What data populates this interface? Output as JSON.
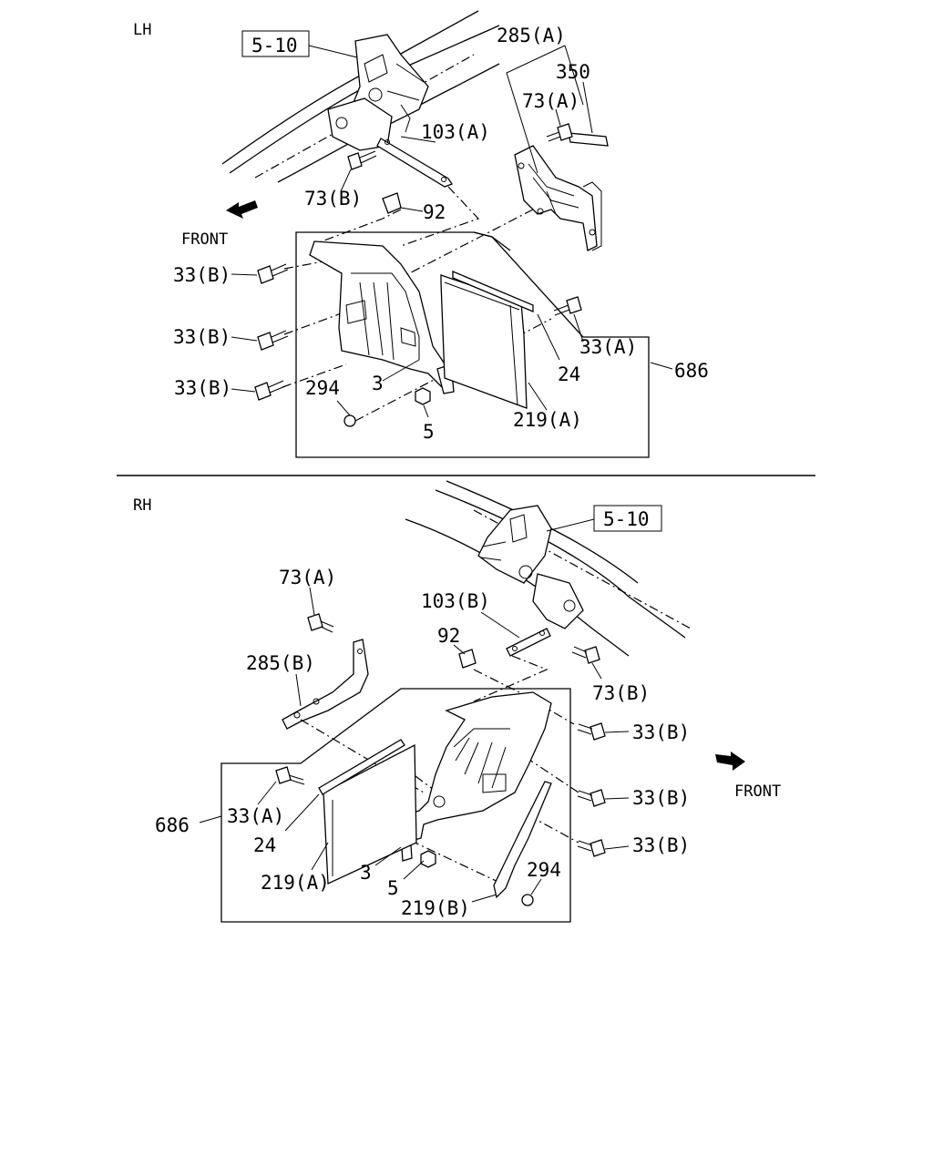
{
  "lh": {
    "side_label": "LH",
    "ref_box": "5-10",
    "front": "FRONT",
    "callouts": {
      "c285a": "285(A)",
      "c350": "350",
      "c73a": "73(A)",
      "c103a": "103(A)",
      "c73b": "73(B)",
      "c92": "92",
      "c33b_1": "33(B)",
      "c33b_2": "33(B)",
      "c33b_3": "33(B)",
      "c33a": "33(A)",
      "c24": "24",
      "c686": "686",
      "c3": "3",
      "c294": "294",
      "c5": "5",
      "c219a": "219(A)"
    }
  },
  "rh": {
    "side_label": "RH",
    "ref_box": "5-10",
    "front": "FRONT",
    "callouts": {
      "c73a": "73(A)",
      "c103b": "103(B)",
      "c92": "92",
      "c73b": "73(B)",
      "c285b": "285(B)",
      "c33b_1": "33(B)",
      "c33b_2": "33(B)",
      "c33b_3": "33(B)",
      "c686": "686",
      "c33a": "33(A)",
      "c24": "24",
      "c219a": "219(A)",
      "c3": "3",
      "c5": "5",
      "c294": "294",
      "c219b": "219(B)"
    }
  }
}
